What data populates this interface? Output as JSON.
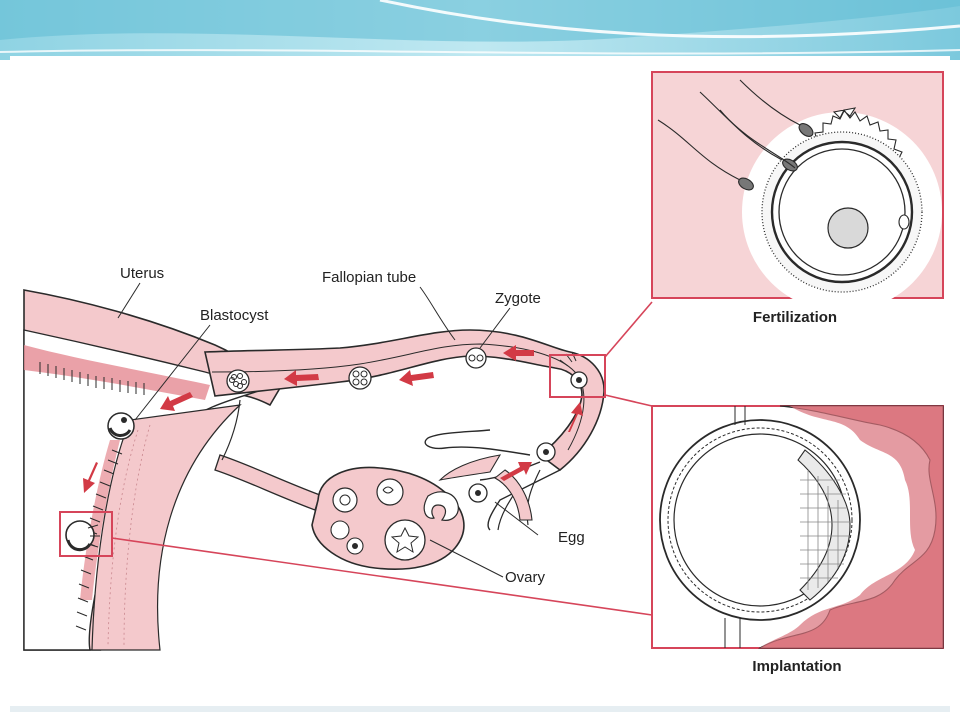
{
  "labels": {
    "uterus": "Uterus",
    "fallopian_tube": "Fallopian tube",
    "zygote": "Zygote",
    "blastocyst": "Blastocyst",
    "egg": "Egg",
    "ovary": "Ovary"
  },
  "insets": {
    "fertilization": "Fertilization",
    "implantation": "Implantation"
  },
  "colors": {
    "tissue_pink": "#f4c9cc",
    "deep_pink": "#e58a92",
    "highlight_red": "#d23a45",
    "inset_border": "#d6455a",
    "header_teal": "#8fd3e3"
  }
}
